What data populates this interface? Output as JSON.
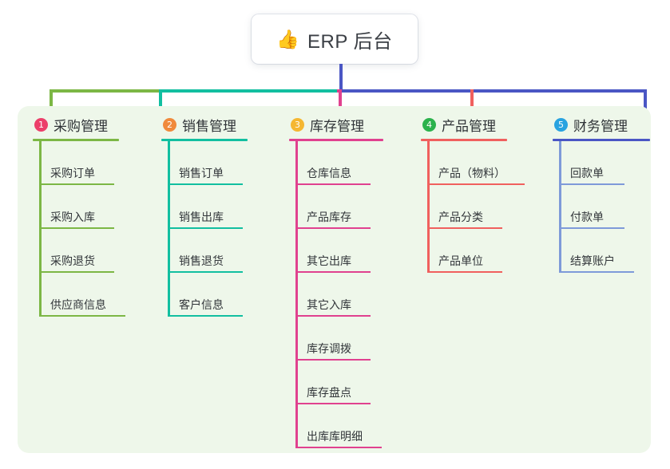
{
  "root": {
    "icon": "thumbs-up-icon",
    "icon_glyph": "👍",
    "title": "ERP 后台",
    "connector_color": "#4a56c4"
  },
  "panel": {
    "background": "#eef7ea"
  },
  "branches": [
    {
      "number": "1",
      "title": "采购管理",
      "badge_color": "#ec3f6a",
      "line_color": "#7cb745",
      "items": [
        {
          "label": "采购订单",
          "width": 86
        },
        {
          "label": "采购入库",
          "width": 86
        },
        {
          "label": "采购退货",
          "width": 86
        },
        {
          "label": "供应商信息",
          "width": 100
        }
      ]
    },
    {
      "number": "2",
      "title": "销售管理",
      "badge_color": "#f08a3c",
      "line_color": "#12bfa0",
      "items": [
        {
          "label": "销售订单",
          "width": 86
        },
        {
          "label": "销售出库",
          "width": 86
        },
        {
          "label": "销售退货",
          "width": 86
        },
        {
          "label": "客户信息",
          "width": 86
        }
      ]
    },
    {
      "number": "3",
      "title": "库存管理",
      "badge_color": "#f5b731",
      "line_color": "#e0418f",
      "items": [
        {
          "label": "仓库信息",
          "width": 86
        },
        {
          "label": "产品库存",
          "width": 86
        },
        {
          "label": "其它出库",
          "width": 86
        },
        {
          "label": "其它入库",
          "width": 86
        },
        {
          "label": "库存调拨",
          "width": 86
        },
        {
          "label": "库存盘点",
          "width": 86
        },
        {
          "label": "出库库明细",
          "width": 100
        }
      ]
    },
    {
      "number": "4",
      "title": "产品管理",
      "badge_color": "#2bb24c",
      "line_color": "#f0605e",
      "items": [
        {
          "label": "产品（物料）",
          "width": 114
        },
        {
          "label": "产品分类",
          "width": 86
        },
        {
          "label": "产品单位",
          "width": 86
        }
      ]
    },
    {
      "number": "5",
      "title": "财务管理",
      "badge_color": "#29a3e0",
      "line_color": "#7e9ad9",
      "header_line_color": "#4a56c4",
      "items": [
        {
          "label": "回款单",
          "width": 74
        },
        {
          "label": "付款单",
          "width": 74
        },
        {
          "label": "结算账户",
          "width": 86
        }
      ]
    }
  ]
}
